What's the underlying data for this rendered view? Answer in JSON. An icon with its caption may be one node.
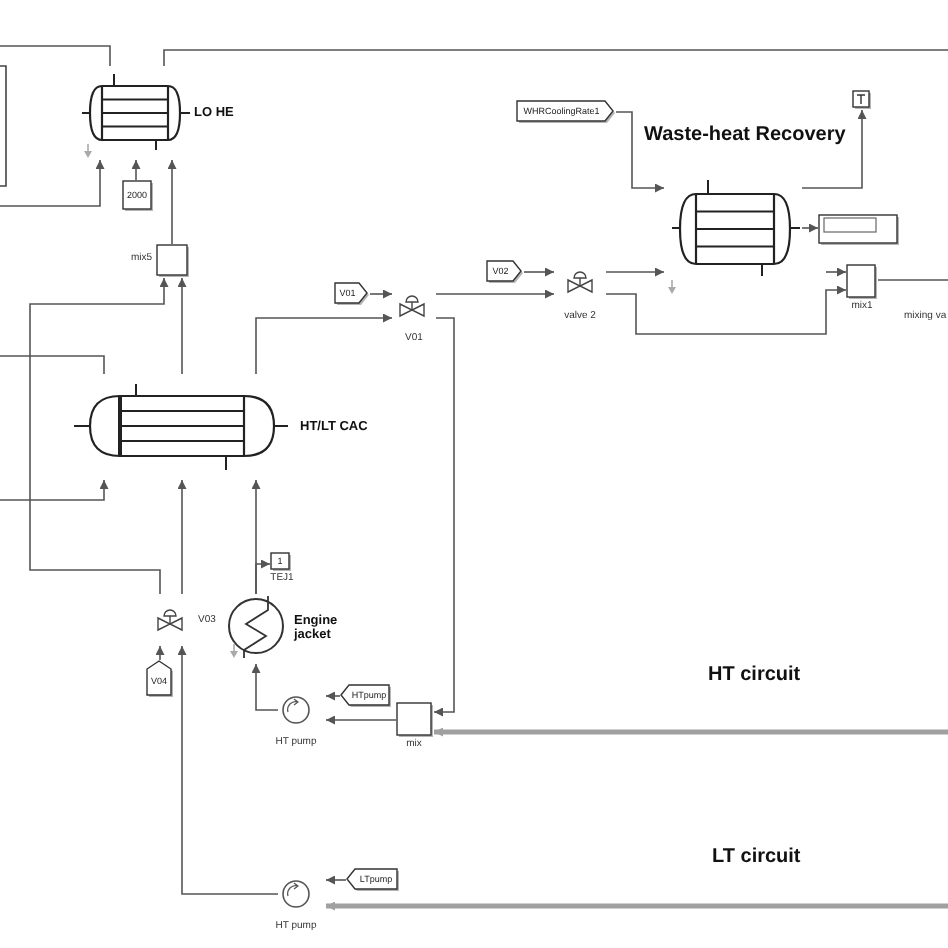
{
  "diagram": {
    "nodes": [
      {
        "text": [],
        "shape": "exchanger",
        "beside": [
          "LO HE"
        ]
      },
      {
        "text": [
          "2000"
        ]
      },
      {
        "text": [],
        "shape": "box",
        "beside": [
          "mix5"
        ]
      },
      {
        "text": [
          "V01"
        ]
      },
      {
        "text": [],
        "shape": "valve",
        "beside": [
          "V01"
        ]
      },
      {
        "text": [
          "V02"
        ]
      },
      {
        "text": [],
        "shape": "valve",
        "beside": [
          "valve 2"
        ]
      },
      {
        "text": [
          "WHRCoolingRate1"
        ]
      },
      {
        "text": [],
        "shape": "terminator"
      },
      {
        "text": [],
        "shape": "exchanger"
      },
      {
        "text": [],
        "shape": "display"
      },
      {
        "text": [],
        "shape": "box",
        "beside": [
          "mix1"
        ]
      },
      {
        "text": [],
        "shape": "exchanger",
        "beside": [
          "HT/LT CAC"
        ]
      },
      {
        "text": [
          "1"
        ],
        "beside": [
          "TEJ1"
        ]
      },
      {
        "text": [],
        "shape": "valve",
        "beside": [
          "V03"
        ]
      },
      {
        "text": [],
        "shape": "heater",
        "beside": [
          "Engine jacket"
        ]
      },
      {
        "text": [
          "V04"
        ]
      },
      {
        "text": [],
        "shape": "pump",
        "beside": [
          "HT pump"
        ]
      },
      {
        "text": [
          "HTpump"
        ]
      },
      {
        "text": [],
        "shape": "box",
        "beside": [
          "mix"
        ]
      },
      {
        "text": [],
        "shape": "pump",
        "beside": [
          "HT pump"
        ]
      },
      {
        "text": [
          "LTpump"
        ]
      }
    ],
    "edges": [
      {
        "from": null,
        "to": 0,
        "arrow": "none"
      },
      {
        "from": 0,
        "to": null,
        "arrow": "none"
      },
      {
        "from": null,
        "to": 0,
        "arrow": "to"
      },
      {
        "from": 1,
        "to": 0,
        "arrow": "to"
      },
      {
        "from": 2,
        "to": 0,
        "arrow": "to"
      },
      {
        "from": 14,
        "to": 2,
        "arrow": "to"
      },
      {
        "from": 12,
        "to": 2,
        "arrow": "to"
      },
      {
        "from": 12,
        "to": 4,
        "arrow": "to"
      },
      {
        "from": 3,
        "to": 4,
        "arrow": "to"
      },
      {
        "from": 4,
        "to": 6,
        "arrow": "to"
      },
      {
        "from": 4,
        "to": 19,
        "arrow": "to"
      },
      {
        "from": 5,
        "to": 6,
        "arrow": "to"
      },
      {
        "from": 6,
        "to": 9,
        "arrow": "to"
      },
      {
        "from": 6,
        "to": 11,
        "arrow": "to"
      },
      {
        "from": 7,
        "to": 9,
        "arrow": "to"
      },
      {
        "from": 9,
        "to": 8,
        "arrow": "to"
      },
      {
        "from": 9,
        "to": 10,
        "arrow": "to"
      },
      {
        "from": null,
        "to": 11,
        "arrow": "to"
      },
      {
        "from": 11,
        "to": null,
        "arrow": "none"
      },
      {
        "from": 12,
        "to": null,
        "arrow": "none"
      },
      {
        "from": null,
        "to": 12,
        "arrow": "to"
      },
      {
        "from": 14,
        "to": 12,
        "arrow": "to"
      },
      {
        "from": 16,
        "to": 14,
        "arrow": "to"
      },
      {
        "from": 20,
        "to": 14,
        "arrow": "to"
      },
      {
        "from": 15,
        "to": 12,
        "arrow": "to"
      },
      {
        "from": 15,
        "to": 13,
        "arrow": "to"
      },
      {
        "from": 17,
        "to": 15,
        "arrow": "to"
      },
      {
        "from": 18,
        "to": 17,
        "arrow": "to"
      },
      {
        "from": 19,
        "to": 17,
        "arrow": "to"
      },
      {
        "from": null,
        "to": 19,
        "arrow": "to",
        "style": "thick",
        "color": "#a0a0a0"
      },
      {
        "from": 21,
        "to": 20,
        "arrow": "to"
      },
      {
        "from": null,
        "to": 20,
        "arrow": "to",
        "style": "thick",
        "color": "#a0a0a0"
      }
    ],
    "labels": [
      "Waste-heat Recovery",
      "mixing va",
      "HT circuit",
      "LT circuit"
    ]
  }
}
